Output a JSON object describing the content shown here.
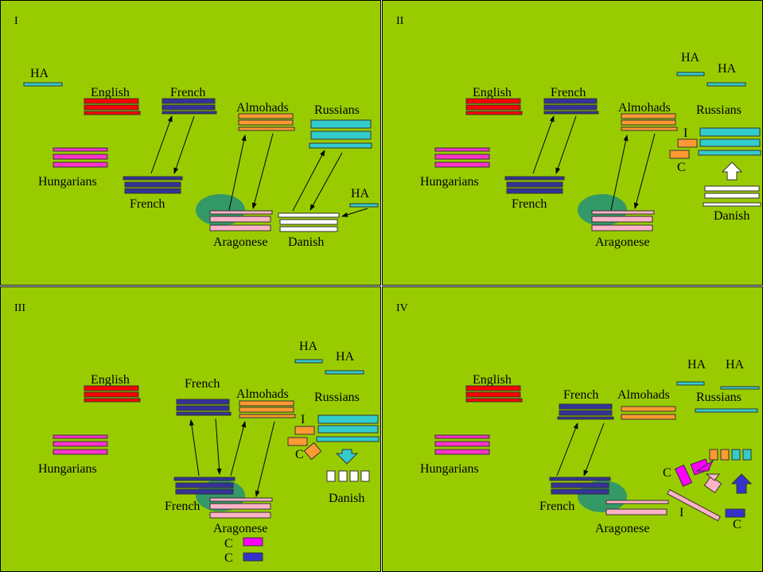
{
  "colors": {
    "background": "#99cc00",
    "frame": "#000000",
    "english": "#ff0000",
    "french": "#333399",
    "almohads": "#ff9933",
    "russians": "#33cccc",
    "hungarians": "#ff33cc",
    "aragonese": "#ffb3c6",
    "danish": "#ffffff",
    "ha": "#33cccc",
    "ellipse": "#339966",
    "magenta": "#ff00ff",
    "blue": "#3333cc"
  },
  "panels": [
    {
      "numeral": "I",
      "labels": {
        "ha_left": "HA",
        "english": "English",
        "french_top": "French",
        "almohads": "Almohads",
        "russians": "Russians",
        "hungarians": "Hungarians",
        "french_bottom": "French",
        "aragonese": "Aragonese",
        "danish": "Danish",
        "ha_right": "HA"
      }
    },
    {
      "numeral": "II",
      "labels": {
        "ha_1": "HA",
        "ha_2": "HA",
        "english": "English",
        "french_top": "French",
        "almohads": "Almohads",
        "russians": "Russians",
        "i_label": "I",
        "c_label": "C",
        "hungarians": "Hungarians",
        "french_bottom": "French",
        "aragonese": "Aragonese",
        "danish": "Danish"
      }
    },
    {
      "numeral": "III",
      "labels": {
        "ha_1": "HA",
        "ha_2": "HA",
        "english": "English",
        "french_top": "French",
        "almohads": "Almohads",
        "russians": "Russians",
        "i_label": "I",
        "c_label": "C",
        "hungarians": "Hungarians",
        "french_bottom": "French",
        "aragonese": "Aragonese",
        "danish": "Danish",
        "c_legend_1": "C",
        "c_legend_2": "C"
      }
    },
    {
      "numeral": "IV",
      "labels": {
        "ha_1": "HA",
        "ha_2": "HA",
        "english": "English",
        "french_top": "French",
        "almohads": "Almohads",
        "russians": "Russians",
        "hungarians": "Hungarians",
        "c_label_1": "C",
        "french_bottom": "French",
        "i_label": "I",
        "c_label_2": "C",
        "aragonese": "Aragonese"
      }
    }
  ]
}
